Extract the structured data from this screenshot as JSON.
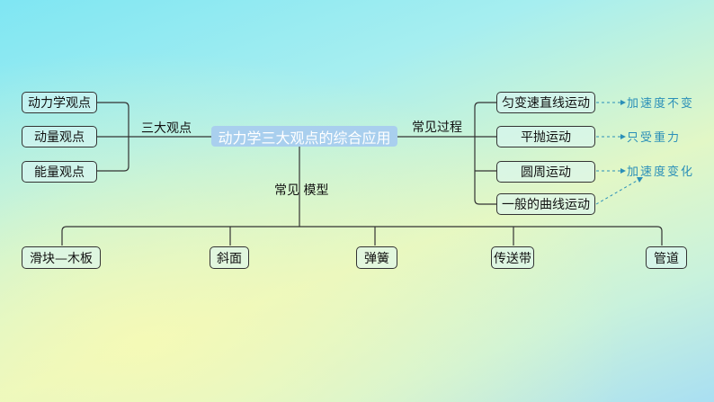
{
  "title": "动力学三大观点的综合应用",
  "left_branch": {
    "label": "三大观点",
    "items": [
      "动力学观点",
      "动量观点",
      "能量观点"
    ]
  },
  "right_branch": {
    "label": "常见过程",
    "items": [
      "匀变速直线运动",
      "平抛运动",
      "圆周运动",
      "一般的曲线运动"
    ],
    "notes": [
      "加速度不变",
      "只受重力",
      "加速度变化"
    ]
  },
  "bottom_branch": {
    "label": "常见 模型",
    "items": [
      "滑块—木板",
      "斜面",
      "弹簧",
      "传送带",
      "管道"
    ]
  },
  "colors": {
    "line": "#333333",
    "note": "#2a8fb8",
    "title_bg": "#a9cfee"
  }
}
